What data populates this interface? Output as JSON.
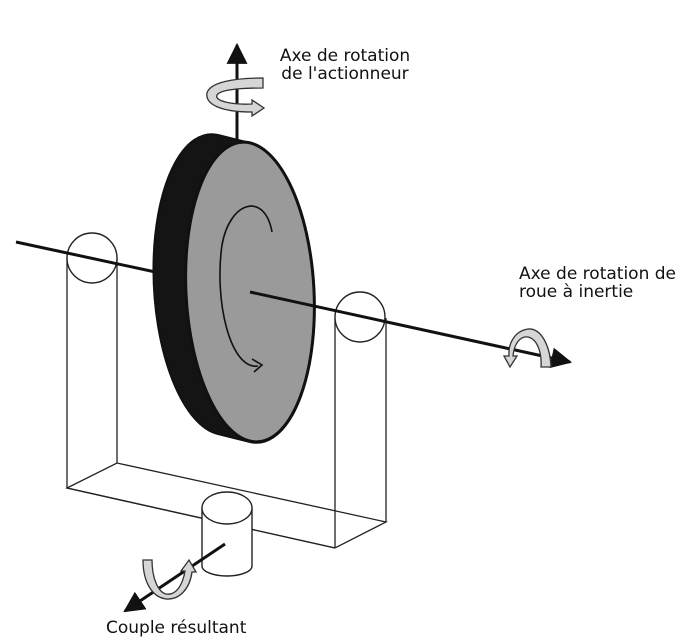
{
  "labels": {
    "actuator_axis": [
      "Axe de rotation",
      "de l'actionneur"
    ],
    "wheel_axis": [
      "Axe de rotation de",
      "roue à inertie"
    ],
    "torque": "Couple résultant"
  },
  "colors": {
    "wheel_face": "#9a9a9a",
    "wheel_rim": "#141414",
    "outline": "#111111",
    "rotation_arrow_fill": "#d6d6d6",
    "background": "#ffffff"
  },
  "icons": {
    "rotation_arrows": [
      "curved-rotation-arrow-icon"
    ]
  }
}
